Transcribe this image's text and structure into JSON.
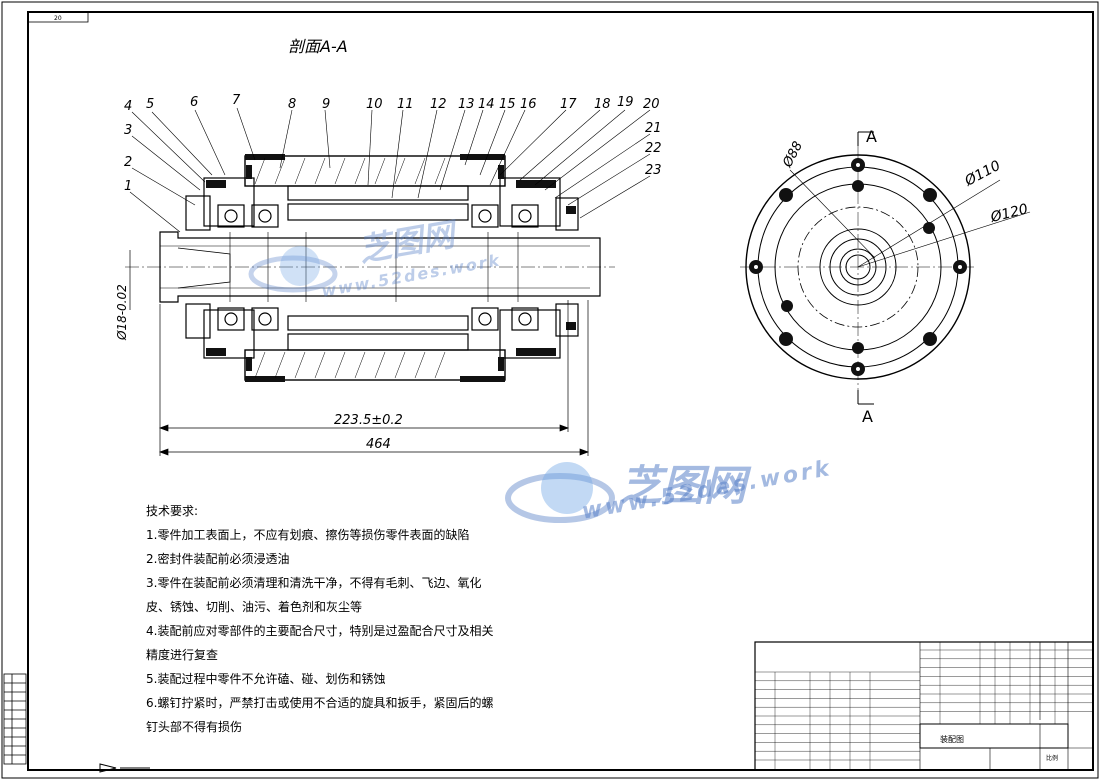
{
  "drawing": {
    "section_title": "剖面A-A",
    "section_mark_top": "A",
    "section_mark_bottom": "A",
    "balloons": [
      "1",
      "2",
      "3",
      "4",
      "5",
      "6",
      "7",
      "8",
      "9",
      "10",
      "11",
      "12",
      "13",
      "14",
      "15",
      "16",
      "17",
      "18",
      "19",
      "20",
      "21",
      "22",
      "23"
    ],
    "dim_overall": "464",
    "dim_inner": "223.5±0.2",
    "dim_bore": "Ø18-0.02",
    "dim_d110": "Ø110",
    "dim_d120": "Ø120",
    "dim_d88": "Ø88"
  },
  "requirements": {
    "heading": "技术要求:",
    "lines": [
      "1.零件加工表面上，不应有划痕、擦伤等损伤零件表面的缺陷",
      "2.密封件装配前必须浸透油",
      "3.零件在装配前必须清理和清洗干净，不得有毛刺、飞边、氧化",
      "皮、锈蚀、切削、油污、着色剂和灰尘等",
      "4.装配前应对零部件的主要配合尺寸，特别是过盈配合尺寸及相关",
      "精度进行复查",
      "5.装配过程中零件不允许磕、碰、划伤和锈蚀",
      "6.螺钉拧紧时，严禁打击或使用不合适的旋具和扳手，紧固后的螺",
      "钉头部不得有损伤"
    ]
  },
  "watermark": {
    "brand": "芝图网",
    "url": "www.52des.work",
    "color": "#5a82c8"
  },
  "title_block": {
    "title_cell": "装配图",
    "scale_label": "比例"
  },
  "corner_tag": "20"
}
